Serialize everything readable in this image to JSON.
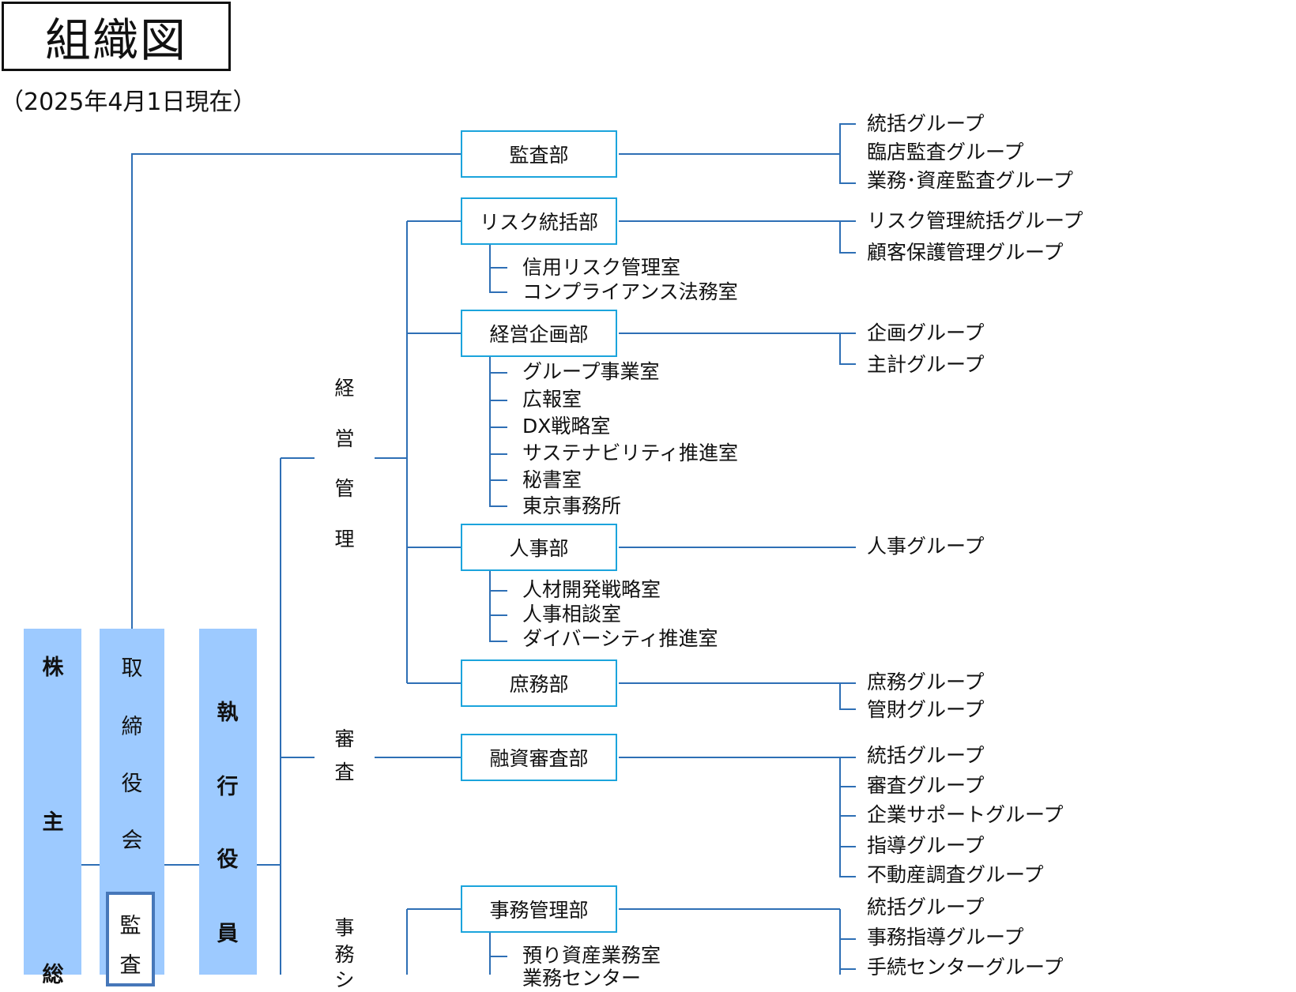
{
  "title": "組織図",
  "date_note": "（2025年4月1日現在）",
  "columns": {
    "shareholders": [
      "株",
      "主",
      "総"
    ],
    "board": [
      "取",
      "締",
      "役",
      "会"
    ],
    "audit_committee": [
      "監",
      "査"
    ],
    "executives": [
      "執",
      "行",
      "役",
      "員"
    ]
  },
  "divisions": {
    "management": [
      "経",
      "営",
      "管",
      "理"
    ],
    "review": [
      "審",
      "査"
    ],
    "operations": [
      "事",
      "務",
      "シ"
    ]
  },
  "departments": {
    "audit": {
      "label": "監査部",
      "groups": [
        "統括グループ",
        "臨店監査グループ",
        "業務･資産監査グループ"
      ]
    },
    "risk": {
      "label": "リスク統括部",
      "groups": [
        "リスク管理統括グループ",
        "顧客保護管理グループ"
      ],
      "offices": [
        "信用リスク管理室",
        "コンプライアンス法務室"
      ]
    },
    "planning": {
      "label": "経営企画部",
      "groups": [
        "企画グループ",
        "主計グループ"
      ],
      "offices": [
        "グループ事業室",
        "広報室",
        "DX戦略室",
        "サステナビリティ推進室",
        "秘書室",
        "東京事務所"
      ]
    },
    "hr": {
      "label": "人事部",
      "groups": [
        "人事グループ"
      ],
      "offices": [
        "人材開発戦略室",
        "人事相談室",
        "ダイバーシティ推進室"
      ]
    },
    "general": {
      "label": "庶務部",
      "groups": [
        "庶務グループ",
        "管財グループ"
      ]
    },
    "credit": {
      "label": "融資審査部",
      "groups": [
        "統括グループ",
        "審査グループ",
        "企業サポートグループ",
        "指導グループ",
        "不動産調査グループ"
      ]
    },
    "admin": {
      "label": "事務管理部",
      "groups": [
        "統括グループ",
        "事務指導グループ",
        "手続センターグループ"
      ],
      "offices": [
        "預り資産業務室",
        "業務センター"
      ]
    }
  }
}
